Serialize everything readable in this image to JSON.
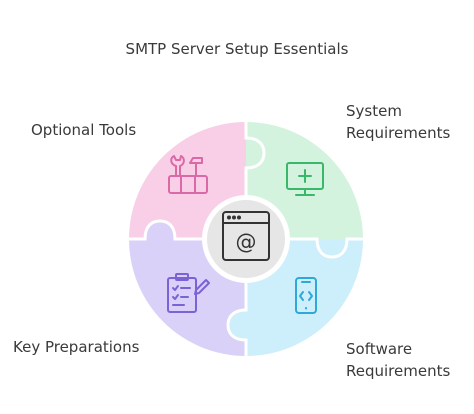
{
  "title": "SMTP Server Setup Essentials",
  "segments": [
    {
      "id": "optional-tools",
      "label": "Optional Tools",
      "color": "#f9cfe8",
      "icon_color": "#d96aa6",
      "icon": "tools-icon"
    },
    {
      "id": "system-requirements",
      "label_lines": [
        "System",
        "Requirements"
      ],
      "color": "#d4f3df",
      "icon_color": "#39b86a",
      "icon": "monitor-plus-icon"
    },
    {
      "id": "key-preparations",
      "label": "Key Preparations",
      "color": "#d9d1f7",
      "icon_color": "#7b63d6",
      "icon": "checklist-icon"
    },
    {
      "id": "software-requirements",
      "label_lines": [
        "Software",
        "Requirements"
      ],
      "color": "#cdeefb",
      "icon_color": "#2ea8d9",
      "icon": "mobile-code-icon"
    }
  ],
  "center": {
    "icon": "browser-at-icon",
    "symbol": "@",
    "color": "#e6e6e6"
  }
}
